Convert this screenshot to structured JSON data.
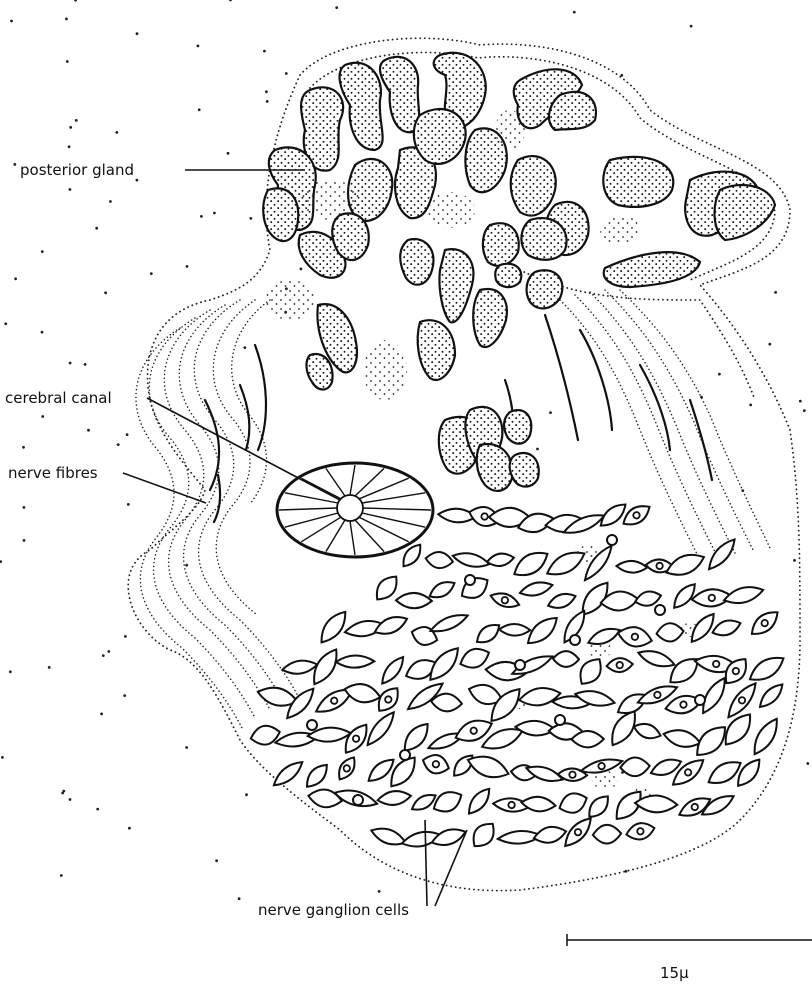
{
  "diagram": {
    "labels": {
      "posterior_gland": "posterior gland",
      "cerebral_canal": "cerebral canal",
      "nerve_fibres": "nerve fibres",
      "nerve_ganglion_cells": "nerve ganglion cells"
    },
    "scale_bar": {
      "label": "15μ"
    },
    "colors": {
      "ink": "#111111",
      "paper": "#ffffff"
    }
  }
}
